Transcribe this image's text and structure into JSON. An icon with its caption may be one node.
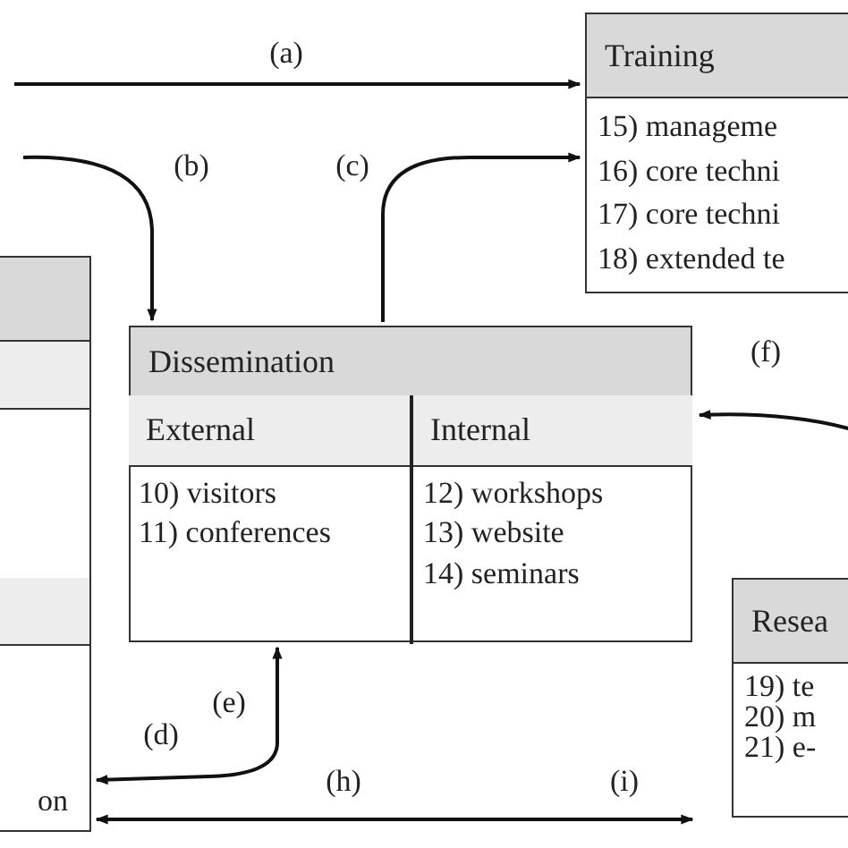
{
  "diagram": {
    "nodes": [
      {
        "text": [
          "Training",
          "15) manageme",
          "16) core techni",
          "17) core techni",
          "18) extended te"
        ]
      },
      {
        "text": [
          "on"
        ]
      },
      {
        "text": [
          "Dissemination"
        ]
      },
      {
        "text": [
          "External",
          "10) visitors",
          "11) conferences"
        ],
        "in": 2
      },
      {
        "text": [
          "Internal",
          "12) workshops",
          "13) website",
          "14) seminars"
        ],
        "in": 2
      },
      {
        "text": [
          "Resea",
          "19) te",
          "20) m",
          "21) e-"
        ]
      }
    ],
    "edges": [
      {
        "from": null,
        "to": 0,
        "arrow": "to",
        "label": "(a)"
      },
      {
        "from": null,
        "to": 2,
        "arrow": "to",
        "label": "(b)"
      },
      {
        "from": 2,
        "to": 0,
        "arrow": "to",
        "label": "(c)"
      },
      {
        "from": 2,
        "to": 1,
        "arrow": "both",
        "label": "(d)"
      },
      {
        "from": null,
        "to": 2,
        "arrow": "to",
        "label": "(f)"
      },
      {
        "from": 1,
        "to": 5,
        "arrow": "both",
        "label": "(h)"
      }
    ],
    "labels": [
      "(e)",
      "(i)"
    ]
  }
}
